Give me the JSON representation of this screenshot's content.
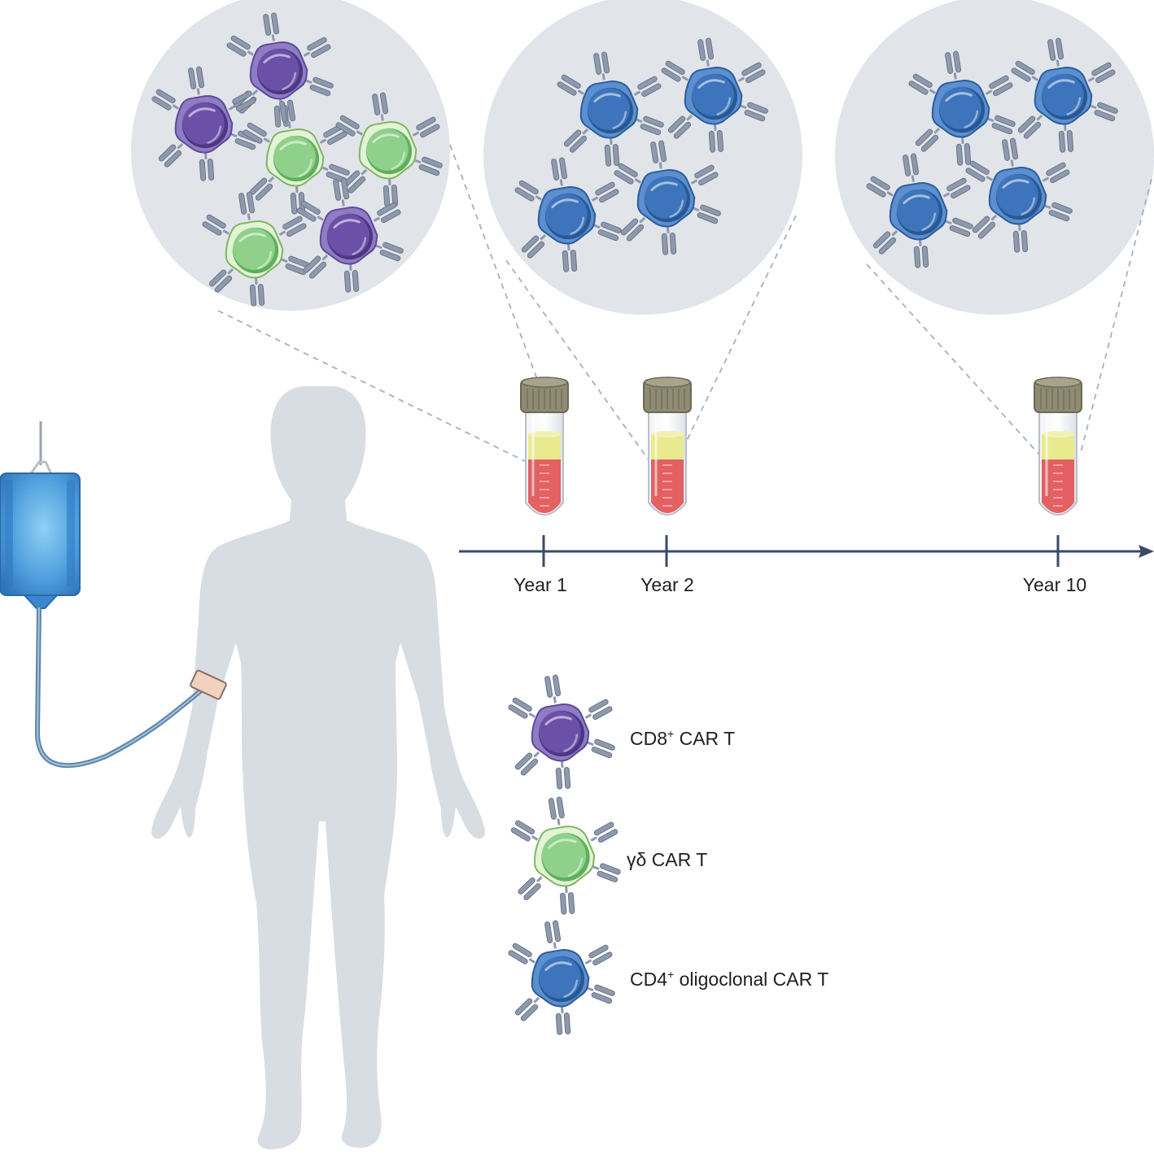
{
  "timeline": {
    "ticks": [
      {
        "label": "Year 1"
      },
      {
        "label": "Year 2"
      },
      {
        "label": "Year 10"
      }
    ]
  },
  "legend": [
    {
      "name_pre": "CD8",
      "sup": "+",
      "name_post": " CAR T",
      "type": "cd8"
    },
    {
      "name_pre": "γδ CAR T",
      "sup": "",
      "name_post": "",
      "type": "gd"
    },
    {
      "name_pre": "CD4",
      "sup": "+",
      "name_post": " oligoclonal CAR T",
      "type": "cd4"
    }
  ],
  "colors": {
    "cd8": {
      "membrane": "#8f7cc4",
      "membrane_edge": "#5d4a96",
      "nucleus": "#6a50a6",
      "nucleus_dark": "#4d3683"
    },
    "gd": {
      "membrane": "#e3f3d6",
      "membrane_edge": "#7fb560",
      "nucleus": "#8fd08b",
      "nucleus_dark": "#5fae5e"
    },
    "cd4": {
      "membrane": "#5b8fcf",
      "membrane_edge": "#2c5c9b",
      "nucleus": "#3d74bb",
      "nucleus_dark": "#285894"
    },
    "receptor": "#8f99ad",
    "circle_bg": "#e1e5ea",
    "silhouette": "#d8dde3",
    "timeline": "#3a4a66",
    "blood": "#e36063",
    "plasma": "#e9ea8f",
    "cap": "#8f8a72",
    "bag": "#3f8fd6"
  }
}
